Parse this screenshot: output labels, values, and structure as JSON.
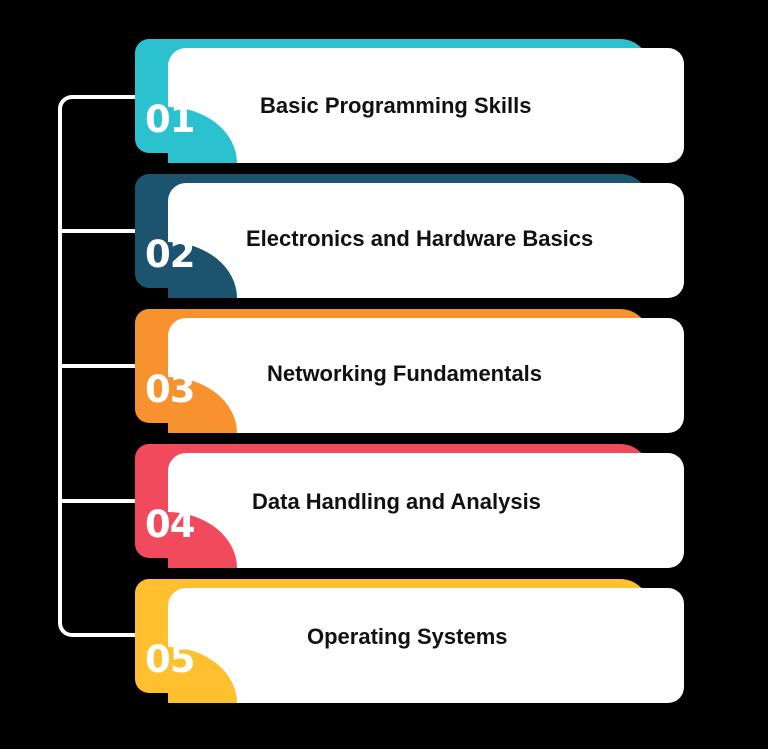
{
  "diagram": {
    "type": "numbered-step-list",
    "connector_color": "#FFFFFF",
    "background_color": "#000000",
    "card_color": "#FFFFFF",
    "steps": [
      {
        "number": "01",
        "label": "Basic Programming Skills",
        "color": "#2CC1CF"
      },
      {
        "number": "02",
        "label": "Electronics and Hardware Basics",
        "color": "#1C5470"
      },
      {
        "number": "03",
        "label": "Networking Fundamentals",
        "color": "#F7922E"
      },
      {
        "number": "04",
        "label": "Data Handling and Analysis",
        "color": "#F04A5C"
      },
      {
        "number": "05",
        "label": "Operating Systems",
        "color": "#FEC02F"
      }
    ]
  }
}
